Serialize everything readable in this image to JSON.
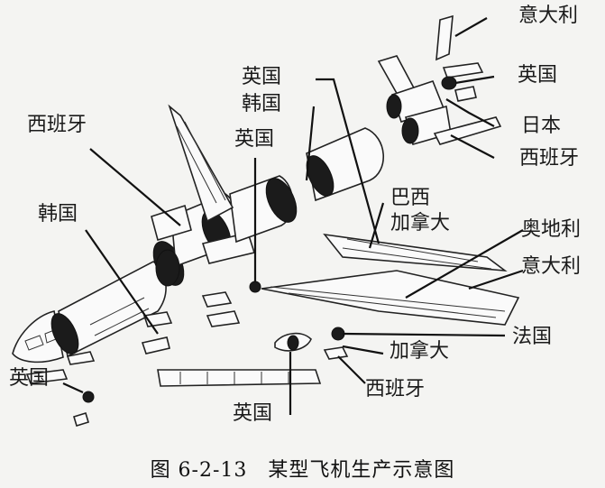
{
  "labels": {
    "italy_top": "意大利",
    "uk_right": "英国",
    "japan": "日本",
    "spain_right": "西班牙",
    "uk_top_mid": "英国",
    "korea_mid": "韩国",
    "spain_left": "西班牙",
    "uk_mid": "英国",
    "korea_left": "韩国",
    "brazil": "巴西",
    "canada_top": "加拿大",
    "austria": "奥地利",
    "italy_right": "意大利",
    "france": "法国",
    "canada_bottom": "加拿大",
    "spain_bottom": "西班牙",
    "uk_left": "英国",
    "uk_bottom": "英国"
  },
  "caption": "图 6-2-13　某型飞机生产示意图"
}
